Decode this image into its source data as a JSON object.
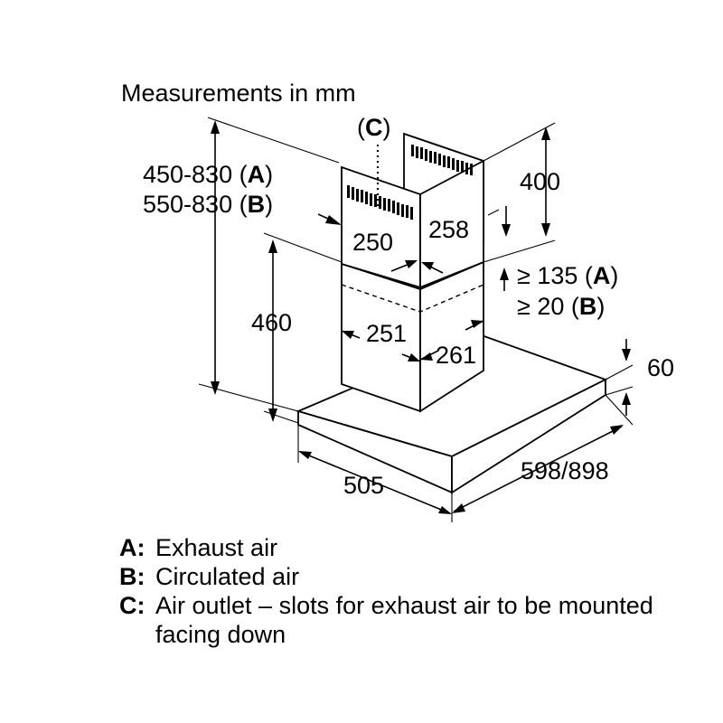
{
  "diagram": {
    "title": "Measurements in mm",
    "outlet_marker": {
      "open": "(",
      "letter": "C",
      "close": ")"
    },
    "dimensions": {
      "total_height_line1": {
        "value": "450-830 (",
        "letter": "A",
        "close": ")"
      },
      "total_height_line2": {
        "value": "550-830 (",
        "letter": "B",
        "close": ")"
      },
      "upper_chimney_height": "400",
      "upper_chimney_width": "250",
      "upper_chimney_depth": "258",
      "lower_chimney_height": "460",
      "lower_chimney_width": "251",
      "lower_chimney_depth": "261",
      "clearance_line1": {
        "value": "≥ 135 (",
        "letter": "A",
        "close": ")"
      },
      "clearance_line2": {
        "value": "≥ 20 (",
        "letter": "B",
        "close": ")"
      },
      "canopy_thickness": "60",
      "canopy_depth": "505",
      "canopy_width": "598/898"
    }
  },
  "legend": [
    {
      "key": "A:",
      "text": "Exhaust air"
    },
    {
      "key": "B:",
      "text": "Circulated air"
    },
    {
      "key": "C:",
      "text": "Air outlet – slots for exhaust air to be mounted facing down"
    }
  ]
}
